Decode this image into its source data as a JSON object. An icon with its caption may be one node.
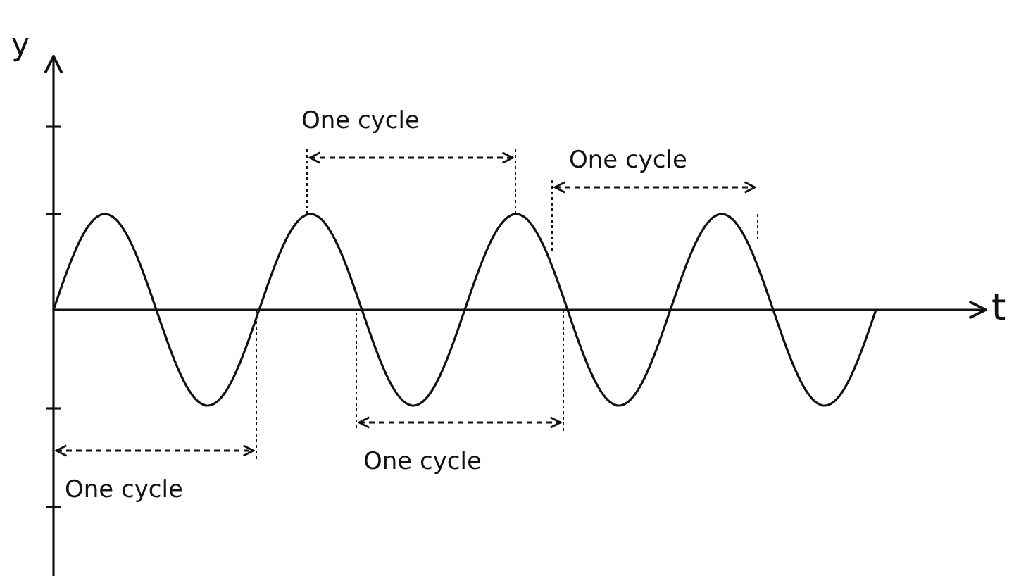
{
  "diagram": {
    "labels": [
      "y",
      "One cycle",
      "One cycle",
      "t",
      "One cycle",
      "One cycle"
    ]
  }
}
